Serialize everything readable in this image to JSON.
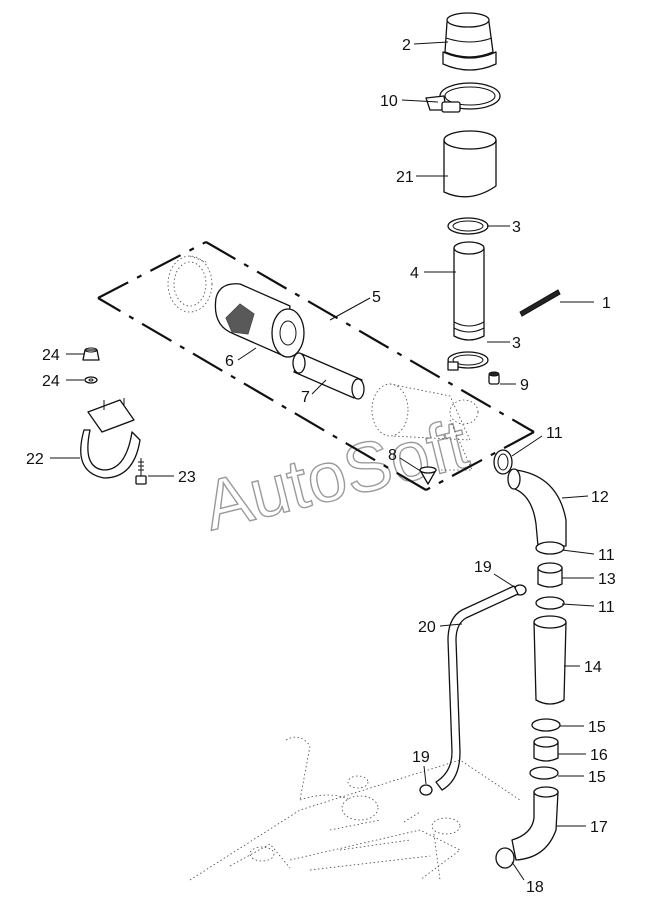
{
  "watermark": "AutoSoft",
  "callouts": [
    "1",
    "2",
    "3",
    "3",
    "4",
    "5",
    "6",
    "7",
    "8",
    "9",
    "10",
    "11",
    "11",
    "11",
    "12",
    "13",
    "14",
    "15",
    "15",
    "16",
    "17",
    "18",
    "19",
    "19",
    "20",
    "21",
    "22",
    "23",
    "24",
    "24"
  ]
}
